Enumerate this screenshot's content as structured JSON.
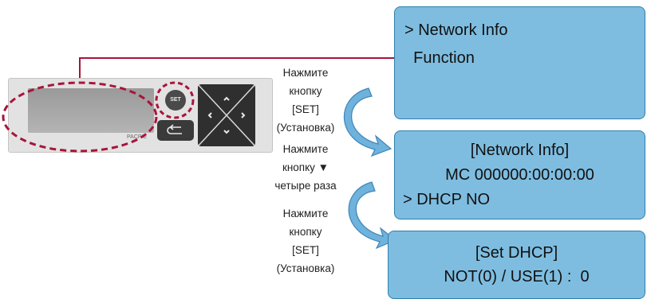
{
  "device": {
    "set_label": "SET",
    "model_label": "PACP/E"
  },
  "instructions": {
    "step1": [
      "Нажмите",
      "кнопку",
      "[SET]",
      "(Установка)"
    ],
    "step2": [
      "Нажмите",
      "кнопку ▼",
      "четыре раза"
    ],
    "step3": [
      "Нажмите",
      "кнопку",
      "[SET]",
      "(Установка)"
    ]
  },
  "screens": {
    "main_menu": {
      "line1": "> Network Info",
      "line2": "  Function"
    },
    "network_info": {
      "title": "[Network Info]",
      "mac": "MC 000000:00:00:00",
      "dhcp": "> DHCP NO"
    },
    "set_dhcp": {
      "title": "[Set DHCP]",
      "option": "NOT(0) / USE(1) :  0"
    }
  },
  "colors": {
    "screen_fill": "#7ebde0",
    "screen_border": "#2e7fae",
    "highlight_dashes": "#a8143a",
    "leader_line": "#a8143a",
    "arrow_fill": "#6fb2dc"
  }
}
